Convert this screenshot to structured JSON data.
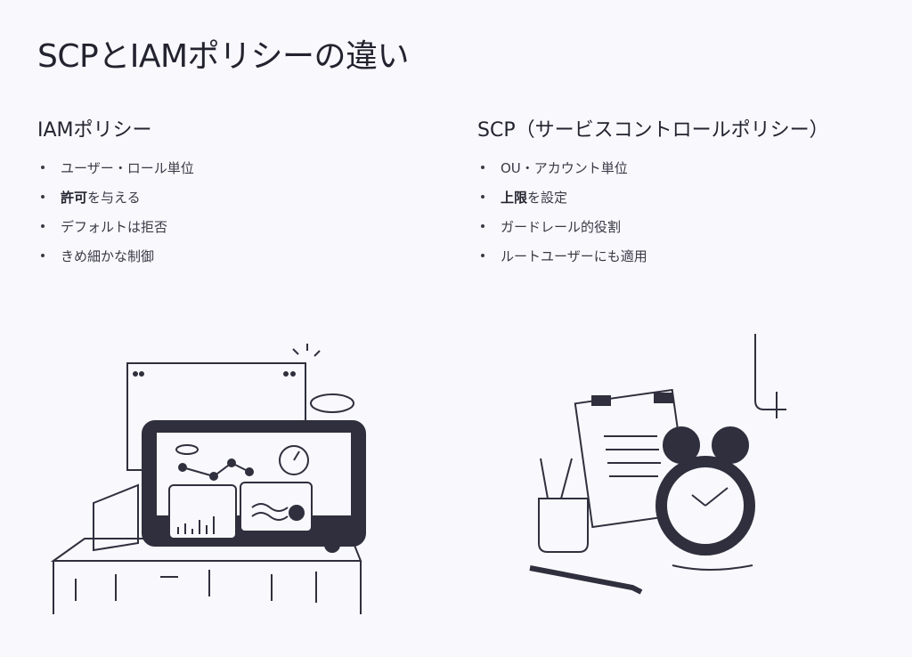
{
  "title": "SCPとIAMポリシーの違い",
  "columns": [
    {
      "heading": "IAMポリシー",
      "items": [
        {
          "bold": "",
          "text": "ユーザー・ロール単位"
        },
        {
          "bold": "許可",
          "text": "を与える"
        },
        {
          "bold": "",
          "text": "デフォルトは拒否"
        },
        {
          "bold": "",
          "text": "きめ細かな制御"
        }
      ]
    },
    {
      "heading": "SCP（サービスコントロールポリシー）",
      "items": [
        {
          "bold": "",
          "text": "OU・アカウント単位"
        },
        {
          "bold": "上限",
          "text": "を設定"
        },
        {
          "bold": "",
          "text": "ガードレール的役割"
        },
        {
          "bold": "",
          "text": "ルートユーザーにも適用"
        }
      ]
    }
  ],
  "colors": {
    "ink": "#2f2f3d",
    "background": "#f9f8fd"
  }
}
